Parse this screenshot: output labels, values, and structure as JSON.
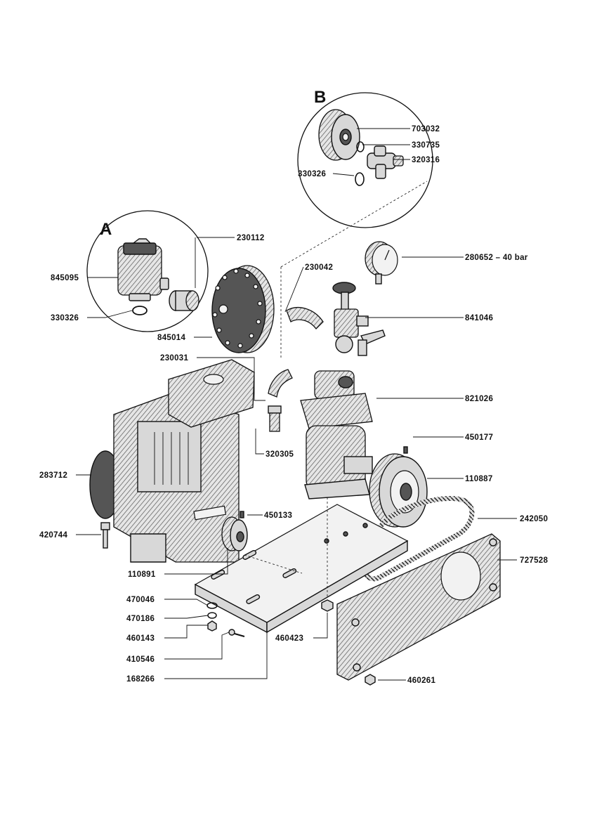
{
  "insets": {
    "a_label": "A",
    "b_label": "B"
  },
  "parts": {
    "p703032": "703032",
    "p330735": "330735",
    "p320316": "320316",
    "p330326_b": "330326",
    "p230112": "230112",
    "p845095": "845095",
    "p330326_a": "330326",
    "p845014": "845014",
    "p230042": "230042",
    "p280652": "280652 – 40 bar",
    "p841046": "841046",
    "p230031": "230031",
    "p821026": "821026",
    "p320305": "320305",
    "p450177": "450177",
    "p283712": "283712",
    "p110887": "110887",
    "p450133": "450133",
    "p242050": "242050",
    "p420744": "420744",
    "p727528": "727528",
    "p110891": "110891",
    "p470046": "470046",
    "p470186": "470186",
    "p460143": "460143",
    "p460423": "460423",
    "p410546": "410546",
    "p460261": "460261",
    "p168266": "168266"
  }
}
